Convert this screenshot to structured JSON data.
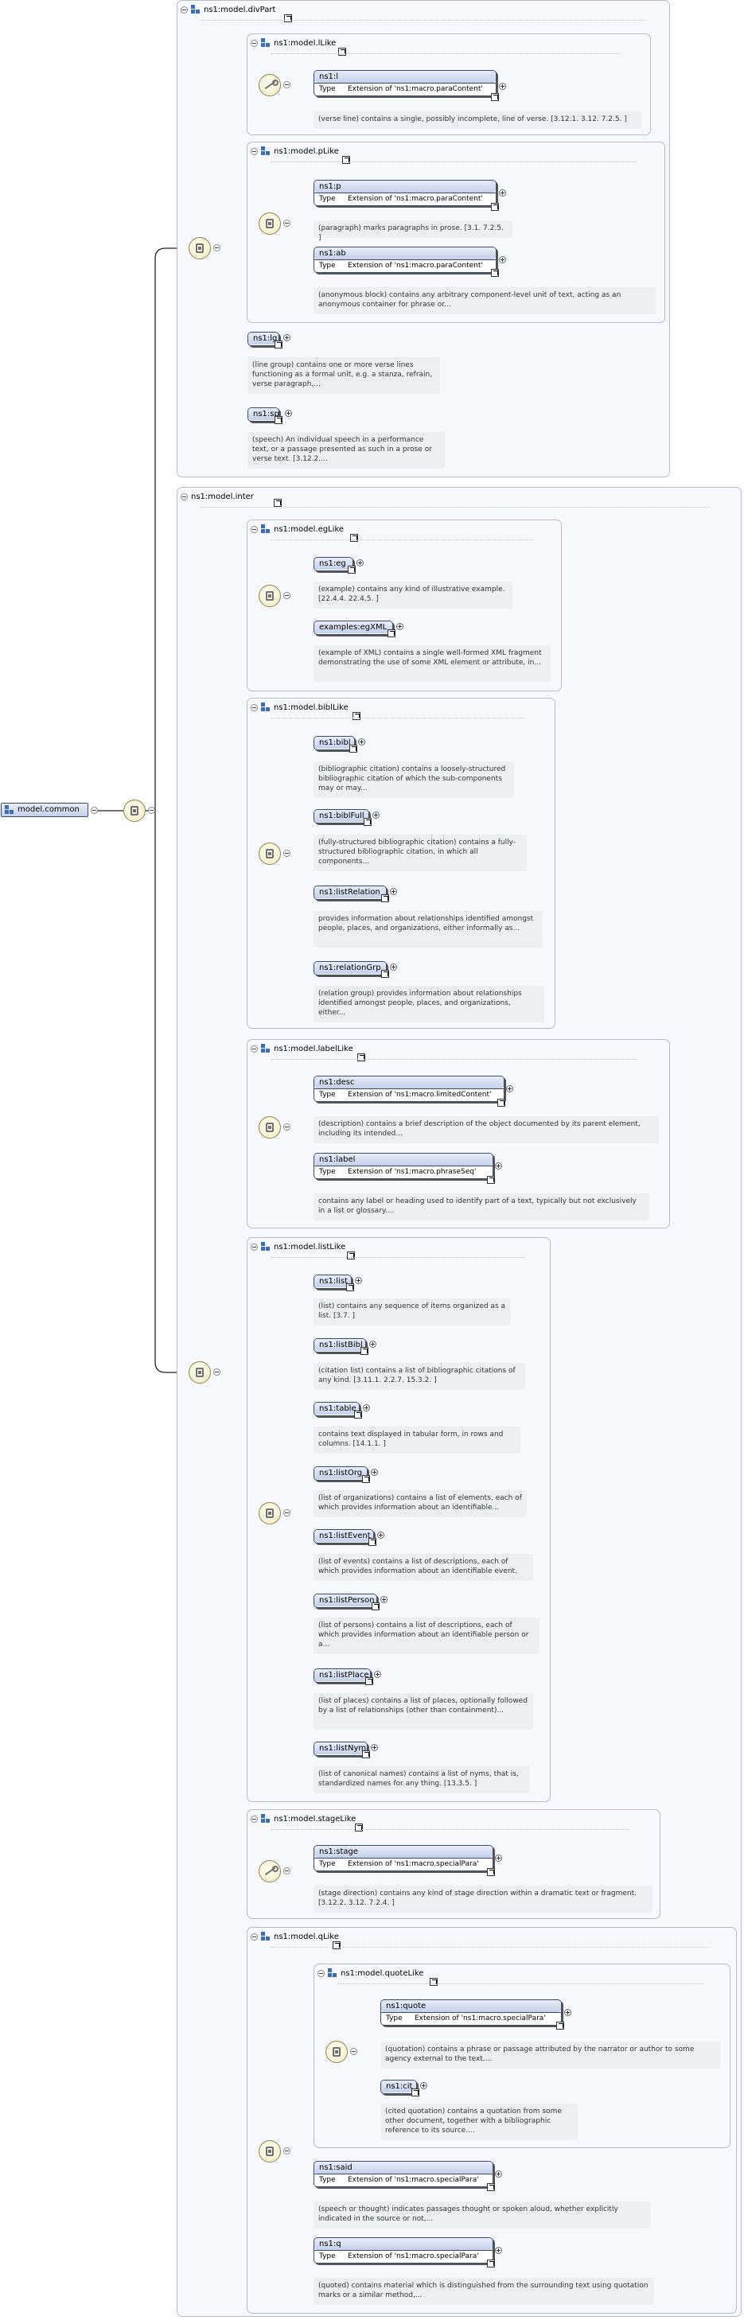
{
  "root": {
    "name": "model.common"
  },
  "type_label": "Type",
  "groups": {
    "divPart": "ns1:model.divPart",
    "lLike": "ns1:model.lLike",
    "pLike": "ns1:model.pLike",
    "inter": "ns1:model.inter",
    "egLike": "ns1:model.egLike",
    "biblLike": "ns1:model.biblLike",
    "labelLike": "ns1:model.labelLike",
    "listLike": "ns1:model.listLike",
    "stageLike": "ns1:model.stageLike",
    "qLike": "ns1:model.qLike",
    "quoteLike": "ns1:model.quoteLike"
  },
  "elements": {
    "l": {
      "name": "ns1:l",
      "type": "Extension of 'ns1:macro.paraContent'",
      "desc": "(verse line) contains a single, possibly incomplete, line of verse. [3.12.1. 3.12. 7.2.5. ]"
    },
    "p": {
      "name": "ns1:p",
      "type": "Extension of 'ns1:macro.paraContent'",
      "desc": "(paragraph) marks paragraphs in prose. [3.1. 7.2.5. ]"
    },
    "ab": {
      "name": "ns1:ab",
      "type": "Extension of 'ns1:macro.paraContent'",
      "desc": "(anonymous block) contains any arbitrary component-level unit of text, acting as an anonymous container for phrase or..."
    },
    "lg": {
      "name": "ns1:lg",
      "desc": "(line group) contains one or more verse lines functioning as a formal unit, e.g. a stanza, refrain, verse paragraph,..."
    },
    "sp": {
      "name": "ns1:sp",
      "desc": "(speech) An individual speech in a performance text, or a passage presented as such in a prose or verse text. [3.12.2...."
    },
    "eg": {
      "name": "ns1:eg",
      "desc": "(example) contains any kind of illustrative example. [22.4.4. 22.4.5. ]"
    },
    "egXML": {
      "name": "examples:egXML",
      "desc": "(example of XML) contains a single well-formed XML fragment demonstrating the use of some XML element or attribute, in..."
    },
    "bibl": {
      "name": "ns1:bibl",
      "desc": "(bibliographic citation) contains a loosely-structured bibliographic citation of which the sub-components may or may..."
    },
    "biblFull": {
      "name": "ns1:biblFull",
      "desc": "(fully-structured bibliographic citation) contains a fully-structured bibliographic citation, in which all components..."
    },
    "listRelation": {
      "name": "ns1:listRelation",
      "desc": "provides information about relationships identified amongst people, places, and organizations, either informally as..."
    },
    "relationGrp": {
      "name": "ns1:relationGrp",
      "desc": "(relation group) provides information about relationships identified amongst people, places, and organizations, either..."
    },
    "desc": {
      "name": "ns1:desc",
      "type": "Extension of 'ns1:macro.limitedContent'",
      "desc": "(description) contains a brief description of the object documented by its parent element, including its intended..."
    },
    "label": {
      "name": "ns1:label",
      "type": "Extension of 'ns1:macro.phraseSeq'",
      "desc": "contains any label or heading used to identify part of a text, typically but not exclusively in a list or glossary...."
    },
    "list": {
      "name": "ns1:list",
      "desc": "(list) contains any sequence of items organized as a list. [3.7. ]"
    },
    "listBibl": {
      "name": "ns1:listBibl",
      "desc": "(citation list) contains a list of bibliographic citations of any kind. [3.11.1. 2.2.7. 15.3.2. ]"
    },
    "table": {
      "name": "ns1:table",
      "desc": "contains text displayed in tabular form, in rows and columns. [14.1.1. ]"
    },
    "listOrg": {
      "name": "ns1:listOrg",
      "desc": "(list of organizations) contains a list of elements, each of which provides information about an identifiable..."
    },
    "listEvent": {
      "name": "ns1:listEvent",
      "desc": "(list of events) contains a list of descriptions, each of which provides information about an identifiable event."
    },
    "listPerson": {
      "name": "ns1:listPerson",
      "desc": "(list of persons) contains a list of descriptions, each of which provides information about an identifiable person or a..."
    },
    "listPlace": {
      "name": "ns1:listPlace",
      "desc": "(list of places) contains a list of places, optionally followed by a list of relationships (other than containment)..."
    },
    "listNym": {
      "name": "ns1:listNym",
      "desc": "(list of canonical names) contains a list of nyms, that is, standardized names for any thing. [13.3.5. ]"
    },
    "stage": {
      "name": "ns1:stage",
      "type": "Extension of 'ns1:macro.specialPara'",
      "desc": "(stage direction) contains any kind of stage direction within a dramatic text or fragment. [3.12.2. 3.12. 7.2.4. ]"
    },
    "quote": {
      "name": "ns1:quote",
      "type": "Extension of 'ns1:macro.specialPara'",
      "desc": "(quotation) contains a phrase or passage attributed by the narrator or author to some agency external to the text...."
    },
    "cit": {
      "name": "ns1:cit",
      "desc": "(cited quotation) contains a quotation from some other document, together with a bibliographic reference to its source...."
    },
    "said": {
      "name": "ns1:said",
      "type": "Extension of 'ns1:macro.specialPara'",
      "desc": "(speech or thought) indicates passages thought or spoken aloud, whether explicitly indicated in the source or not,..."
    },
    "q": {
      "name": "ns1:q",
      "type": "Extension of 'ns1:macro.specialPara'",
      "desc": "(quoted) contains material which is distinguished from the surrounding text using quotation marks or a similar method,..."
    }
  }
}
